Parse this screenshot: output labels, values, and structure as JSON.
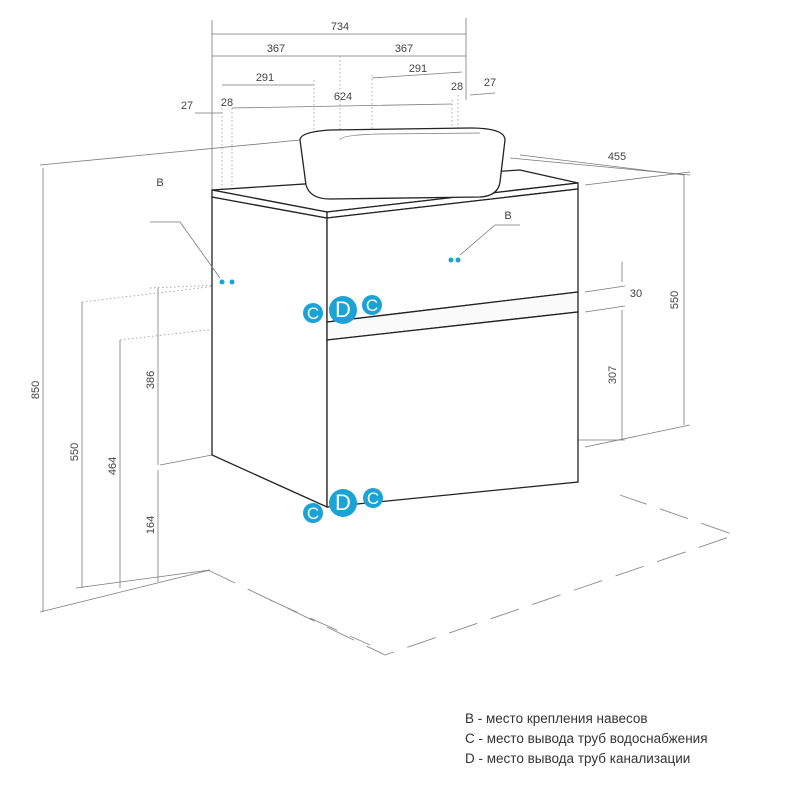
{
  "dimensions": {
    "total_width": "734",
    "half_left": "367",
    "half_right": "367",
    "pipe_left": "291",
    "pipe_right": "291",
    "mount_span": "624",
    "mount_offset_left": "28",
    "mount_offset_right": "28",
    "edge_left": "27",
    "edge_right": "27",
    "depth": "455",
    "total_height": "850",
    "body_height_right": "550",
    "body_height_left": "550",
    "gap": "30",
    "drawer_height": "307",
    "water_height": "464",
    "mount_height": "386",
    "floor_clearance": "164"
  },
  "markers": {
    "b_left": "B",
    "b_right": "B",
    "c": "C",
    "d": "D"
  },
  "colors": {
    "marker": "#1aa3d4"
  },
  "legend": [
    "B - место крепления навесов",
    "C - место вывода труб водоснабжения",
    "D - место вывода труб канализации"
  ]
}
